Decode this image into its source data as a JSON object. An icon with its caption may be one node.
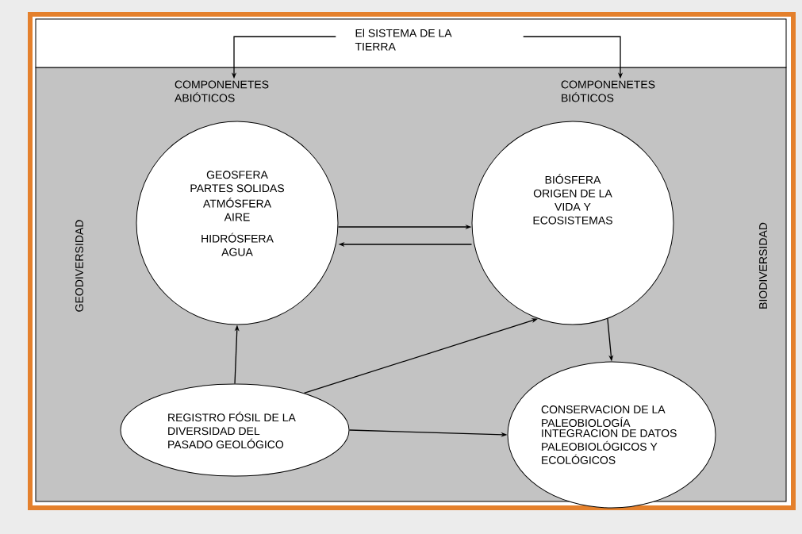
{
  "diagram": {
    "nodes": [
      {
        "text": [
          "El SISTEMA DE LA TIERRA"
        ]
      },
      {
        "text": [
          "COMPONENETES ABIÓTICOS"
        ]
      },
      {
        "text": [
          "COMPONENETES BIÓTICOS"
        ]
      },
      {
        "text": [
          "GEOSFERA PARTES SOLIDAS",
          "ATMÓSFERA AIRE",
          "HIDRÓSFERA AGUA"
        ]
      },
      {
        "text": [
          "BIÓSFERA ORIGEN DE LA VIDA Y ECOSISTEMAS"
        ]
      },
      {
        "text": [
          "REGISTRO FÓSIL DE LA DIVERSIDAD DEL PASADO GEOLÓGICO"
        ]
      },
      {
        "text": [
          "CONSERVACION DE LA PALEOBIOLOGÍA",
          "INTEGRACION DE DATOS PALEOBIOLÓGICOS Y ECOLÓGICOS"
        ]
      }
    ],
    "edges": [
      {
        "from": 0,
        "to": 1,
        "arrow": "to"
      },
      {
        "from": 0,
        "to": 2,
        "arrow": "to"
      },
      {
        "from": 3,
        "to": 4,
        "arrow": "to"
      },
      {
        "from": 4,
        "to": 3,
        "arrow": "to"
      },
      {
        "from": 5,
        "to": 3,
        "arrow": "to"
      },
      {
        "from": 5,
        "to": 4,
        "arrow": "to"
      },
      {
        "from": 4,
        "to": 6,
        "arrow": "to"
      },
      {
        "from": 5,
        "to": 6,
        "arrow": "to"
      }
    ],
    "labels": [
      "GEODIVERSIDAD",
      "BIODIVERSIDAD"
    ]
  }
}
